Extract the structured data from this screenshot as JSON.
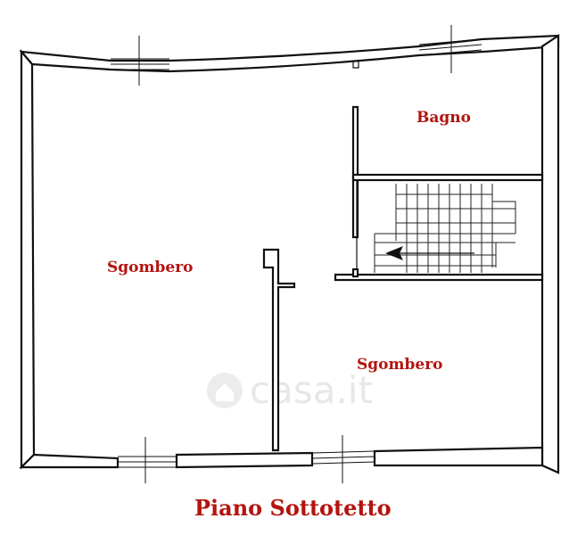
{
  "rooms": {
    "bagno": "Bagno",
    "sgombero_left": "Sgombero",
    "sgombero_right": "Sgombero"
  },
  "title": "Piano Sottotetto",
  "watermark": "casa.it",
  "colors": {
    "label": "#b3140f",
    "wall": "#111111"
  }
}
